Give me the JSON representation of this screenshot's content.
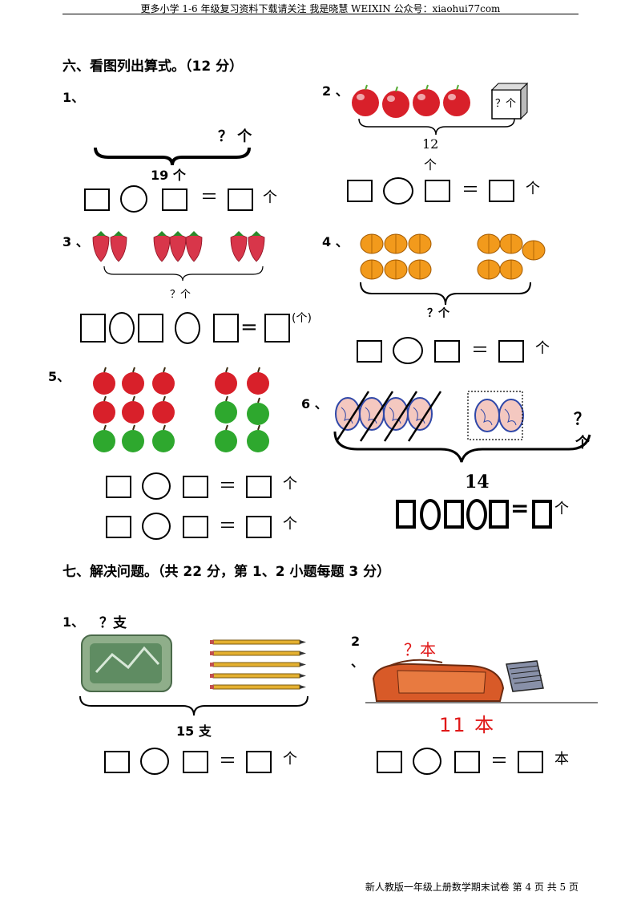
{
  "header": {
    "text": "更多小学 1-6 年级复习资料下载请关注  我是晓慧 WEIXIN 公众号：xiaohui77com"
  },
  "section6": {
    "title": "六、看图列出算式。（12 分）",
    "q1": {
      "num": "1、",
      "question": "？ 个",
      "total": "19 个",
      "unit": "个"
    },
    "q2": {
      "num": "2 、",
      "box_label": "？个",
      "total": "12",
      "total_unit": "个",
      "unit": "个"
    },
    "q3": {
      "num": "3 、",
      "question": "？个",
      "unit": "(个)"
    },
    "q4": {
      "num": "4 、",
      "question": "？个",
      "unit": "个"
    },
    "q5": {
      "num": "5、",
      "unit1": "个",
      "unit2": "个"
    },
    "q6": {
      "num": "6 、",
      "question_mark": "？",
      "question_unit": "个",
      "total": "14",
      "unit": "个"
    }
  },
  "section7": {
    "title": "七、解决问题。（共 22 分，第 1、2 小题每题 3 分）",
    "q1": {
      "num": "1、",
      "question": "？支",
      "total": "15 支",
      "unit": "个"
    },
    "q2": {
      "num": "2",
      "num2": "、",
      "question": "？本",
      "total": "11 本",
      "unit": "本"
    }
  },
  "footer": {
    "text": "新人教版一年级上册数学期末试卷   第  4  页  共  5  页"
  },
  "colors": {
    "apple_red": "#d8202a",
    "apple_green": "#2ea82e",
    "pumpkin": "#f29a1c",
    "strawberry": "#d8364a",
    "egg_fill": "#f4c8c0",
    "egg_line": "#3048a8",
    "handwritten": "#e01818"
  }
}
